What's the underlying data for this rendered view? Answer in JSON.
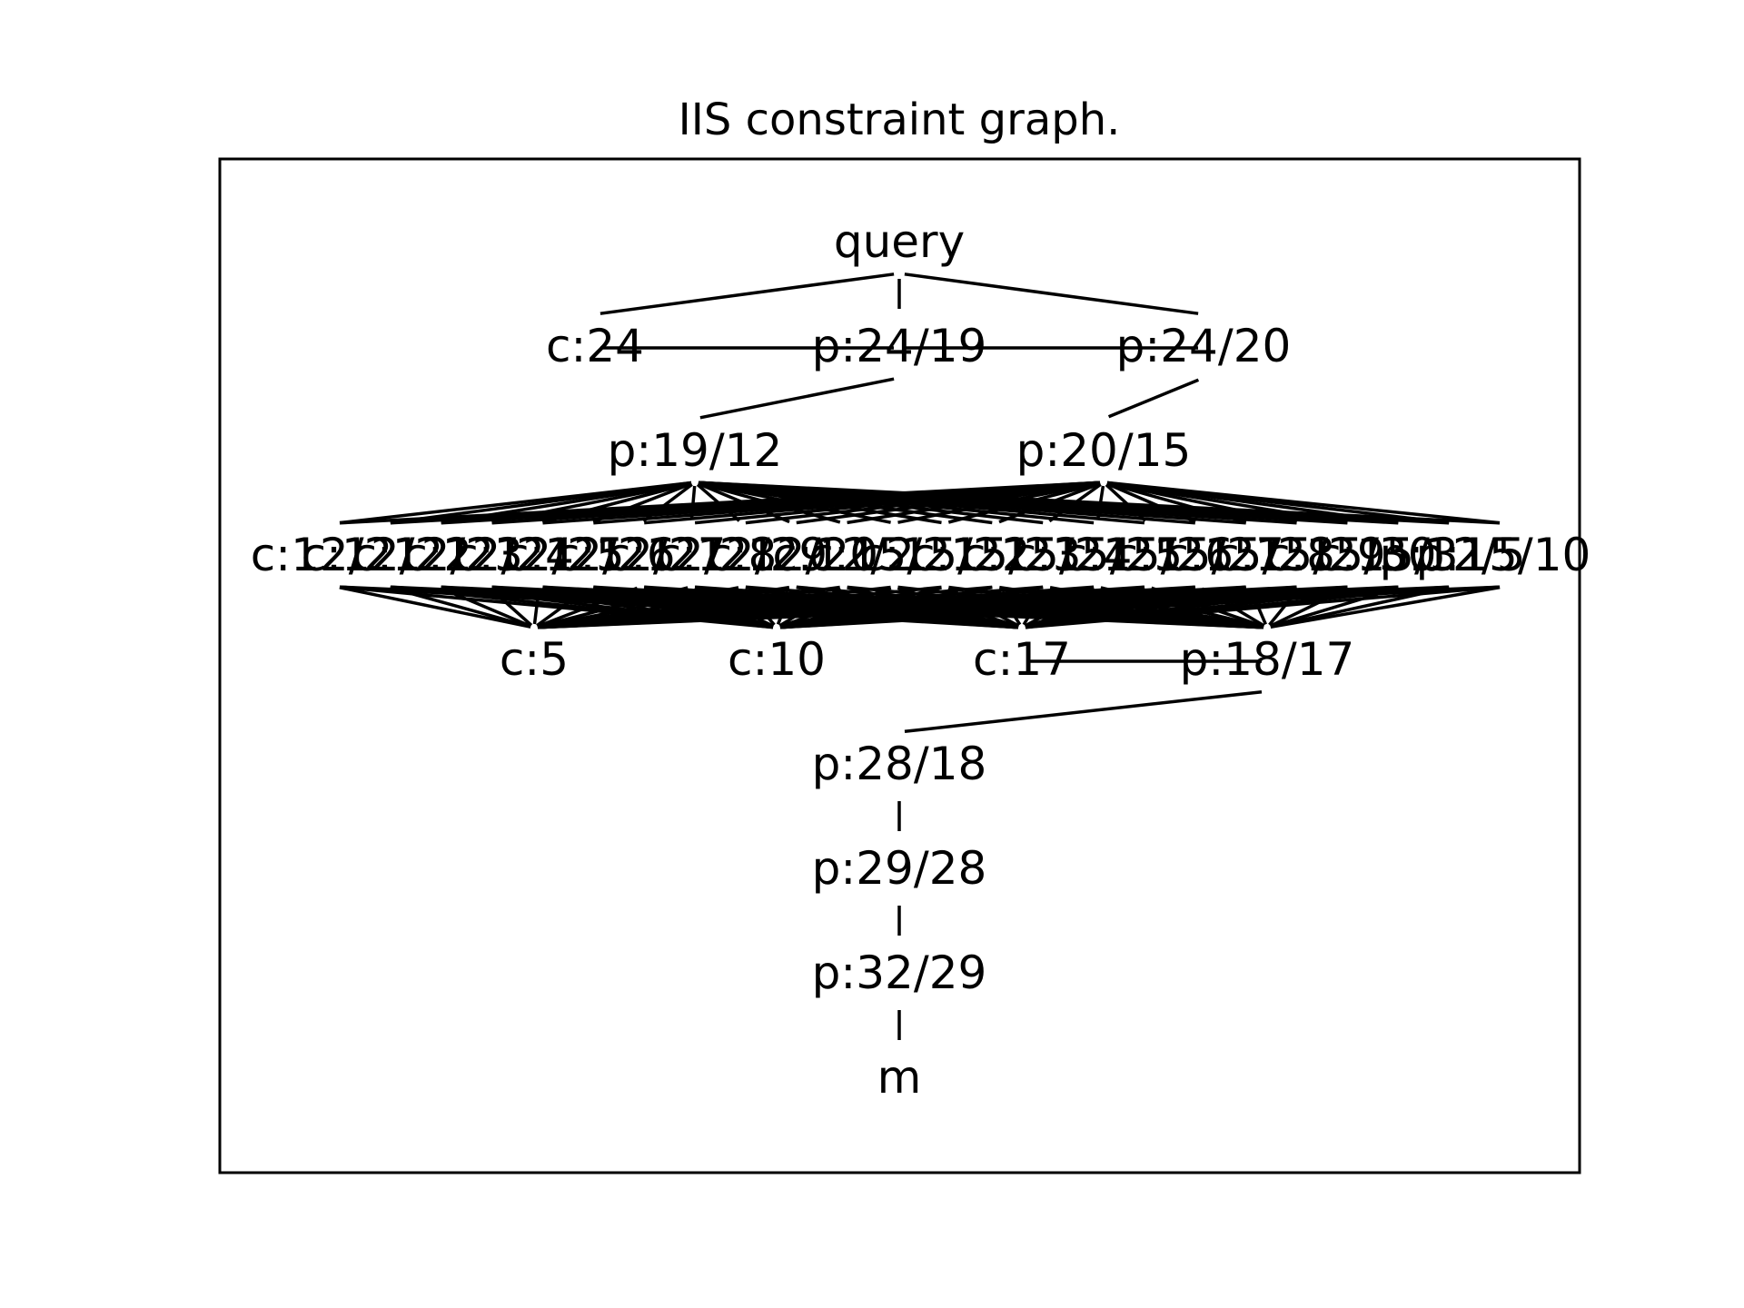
{
  "figure": {
    "title": "IIS constraint graph."
  },
  "graph": {
    "layers": [
      [
        "query"
      ],
      [
        "c:24",
        "p:24/19",
        "p:24/20"
      ],
      [
        "p:19/12",
        "p:20/15"
      ],
      [
        "c:12/21",
        "c:12/22",
        "c:12/23",
        "c:12/24",
        "c:12/25",
        "c:12/26",
        "c:12/27",
        "c:12/28",
        "c:12/29",
        "c:12/20",
        "c:12/2",
        "c:15/21",
        "c:15/22",
        "c:15/23",
        "c:15/24",
        "c:15/25",
        "c:15/26",
        "c:15/27",
        "c:15/28",
        "c:15/29",
        "c:15/30",
        "c:15/31",
        "p:12/5",
        "p:15/10"
      ],
      [
        "c:5",
        "c:10",
        "c:17",
        "p:18/17"
      ],
      [
        "p:28/18"
      ],
      [
        "p:29/28"
      ],
      [
        "p:32/29"
      ],
      [
        "m"
      ]
    ],
    "edges": [
      [
        "query",
        "c:24"
      ],
      [
        "query",
        "p:24/19"
      ],
      [
        "query",
        "p:24/20"
      ],
      [
        "c:24",
        "p:24/19"
      ],
      [
        "p:24/19",
        "p:24/20"
      ],
      [
        "p:24/19",
        "p:19/12"
      ],
      [
        "p:24/20",
        "p:20/15"
      ],
      [
        "c:17",
        "p:18/17"
      ],
      [
        "p:18/17",
        "p:28/18"
      ],
      [
        "p:28/18",
        "p:29/28"
      ],
      [
        "p:29/28",
        "p:32/29"
      ],
      [
        "p:32/29",
        "m"
      ]
    ],
    "fan_edges": [
      {
        "from": [
          "p:19/12",
          "p:20/15"
        ],
        "to": "layer3"
      },
      {
        "from": "layer3",
        "to": [
          "c:5",
          "c:10",
          "c:17",
          "p:18/17"
        ]
      }
    ]
  }
}
